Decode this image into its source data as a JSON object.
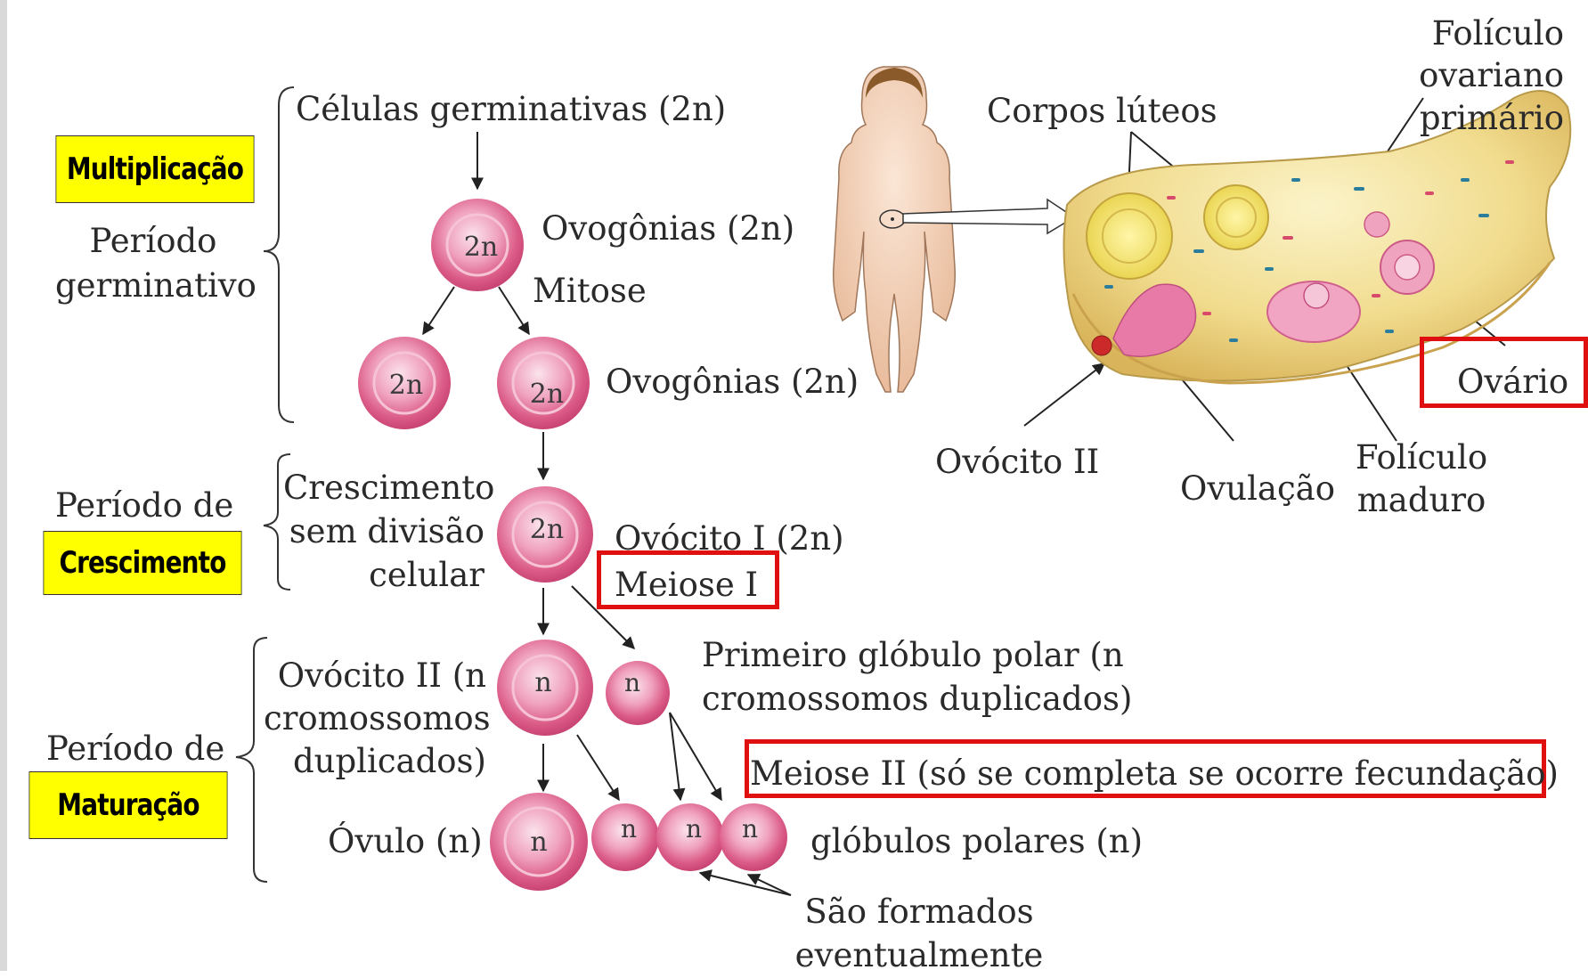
{
  "highlights": {
    "multiplicacao": "Multiplicação",
    "crescimento": "Crescimento",
    "maturacao": "Maturação"
  },
  "periods": {
    "germinativo": "Período\ngerminativo",
    "crescimento": "Período de",
    "maturacao": "Período de"
  },
  "labels": {
    "celulas_germinativas": "Células germinativas (2n)",
    "ovogonias_1": "Ovogônias (2n)",
    "mitose": "Mitose",
    "ovogonias_2": "Ovogônias (2n)",
    "crescimento_sem_divisao": "Crescimento\nsem divisão\ncelular",
    "ovocito_I": "Ovócito I (2n)",
    "meiose_I": "Meiose I",
    "ovocito_II_left": "Ovócito II (n\ncromossomos\nduplicados)",
    "primeiro_globulo": "Primeiro glóbulo polar (n\ncromossomos duplicados)",
    "meiose_II": "Meiose II (só se completa se ocorre fecundação)",
    "ovulo": "Óvulo (n)",
    "globulos_polares": "glóbulos polares (n)",
    "sao_formados": "São formados\neventualmente"
  },
  "cells": {
    "two_n": "2n",
    "n": "n"
  },
  "ovary_labels": {
    "corpos_luteos": "Corpos lúteos",
    "foliculo_primario": "Folículo\novariano\nprimário",
    "ovario": "Ovário",
    "ovocito_II": "Ovócito II",
    "ovulacao": "Ovulação",
    "foliculo_maduro": "Folículo\nmaduro"
  },
  "colors": {
    "highlight": "#ffff00",
    "red_box": "#e01010",
    "cell": "#e0608a"
  }
}
